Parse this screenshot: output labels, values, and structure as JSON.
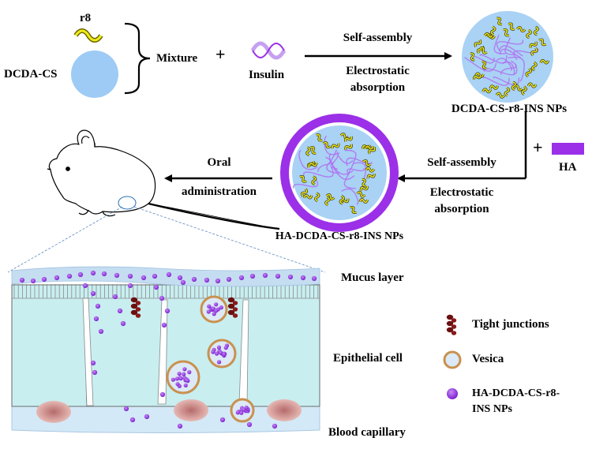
{
  "top": {
    "r8": "r8",
    "dcda_cs": "DCDA-CS",
    "mixture": "Mixture",
    "plus": "+",
    "insulin": "Insulin",
    "arrow1_top": "Self-assembly",
    "arrow1_bottom_1": "Electrostatic",
    "arrow1_bottom_2": "absorption",
    "np1_label": "DCDA-CS-r8-INS NPs"
  },
  "middle": {
    "plus": "+",
    "ha": "HA",
    "arrow2_top": "Self-assembly",
    "arrow2_bottom_1": "Electrostatic",
    "arrow2_bottom_2": "absorption",
    "np2_label": "HA-DCDA-CS-r8-INS NPs",
    "oral_1": "Oral",
    "oral_2": "administration"
  },
  "tissue": {
    "mucus": "Mucus layer",
    "epithelial": "Epithelial cell",
    "blood": "Blood capillary"
  },
  "legend": {
    "tight": "Tight junctions",
    "vesica": "Vesica",
    "np_1": "HA-DCDA-CS-r8-",
    "np_2": "INS NPs"
  },
  "colors": {
    "purple": "#9b30e8",
    "dcda_blue": "#9ecbf5",
    "np_core": "#a9d2f5",
    "r8_yellow": "#f2ea1c",
    "cell_fill": "#c8eef0",
    "mucus": "#c5ddf0",
    "vesicle_ring": "#c9914f",
    "tight_junction": "#6b1010",
    "nucleus": "#cc8f8f"
  }
}
